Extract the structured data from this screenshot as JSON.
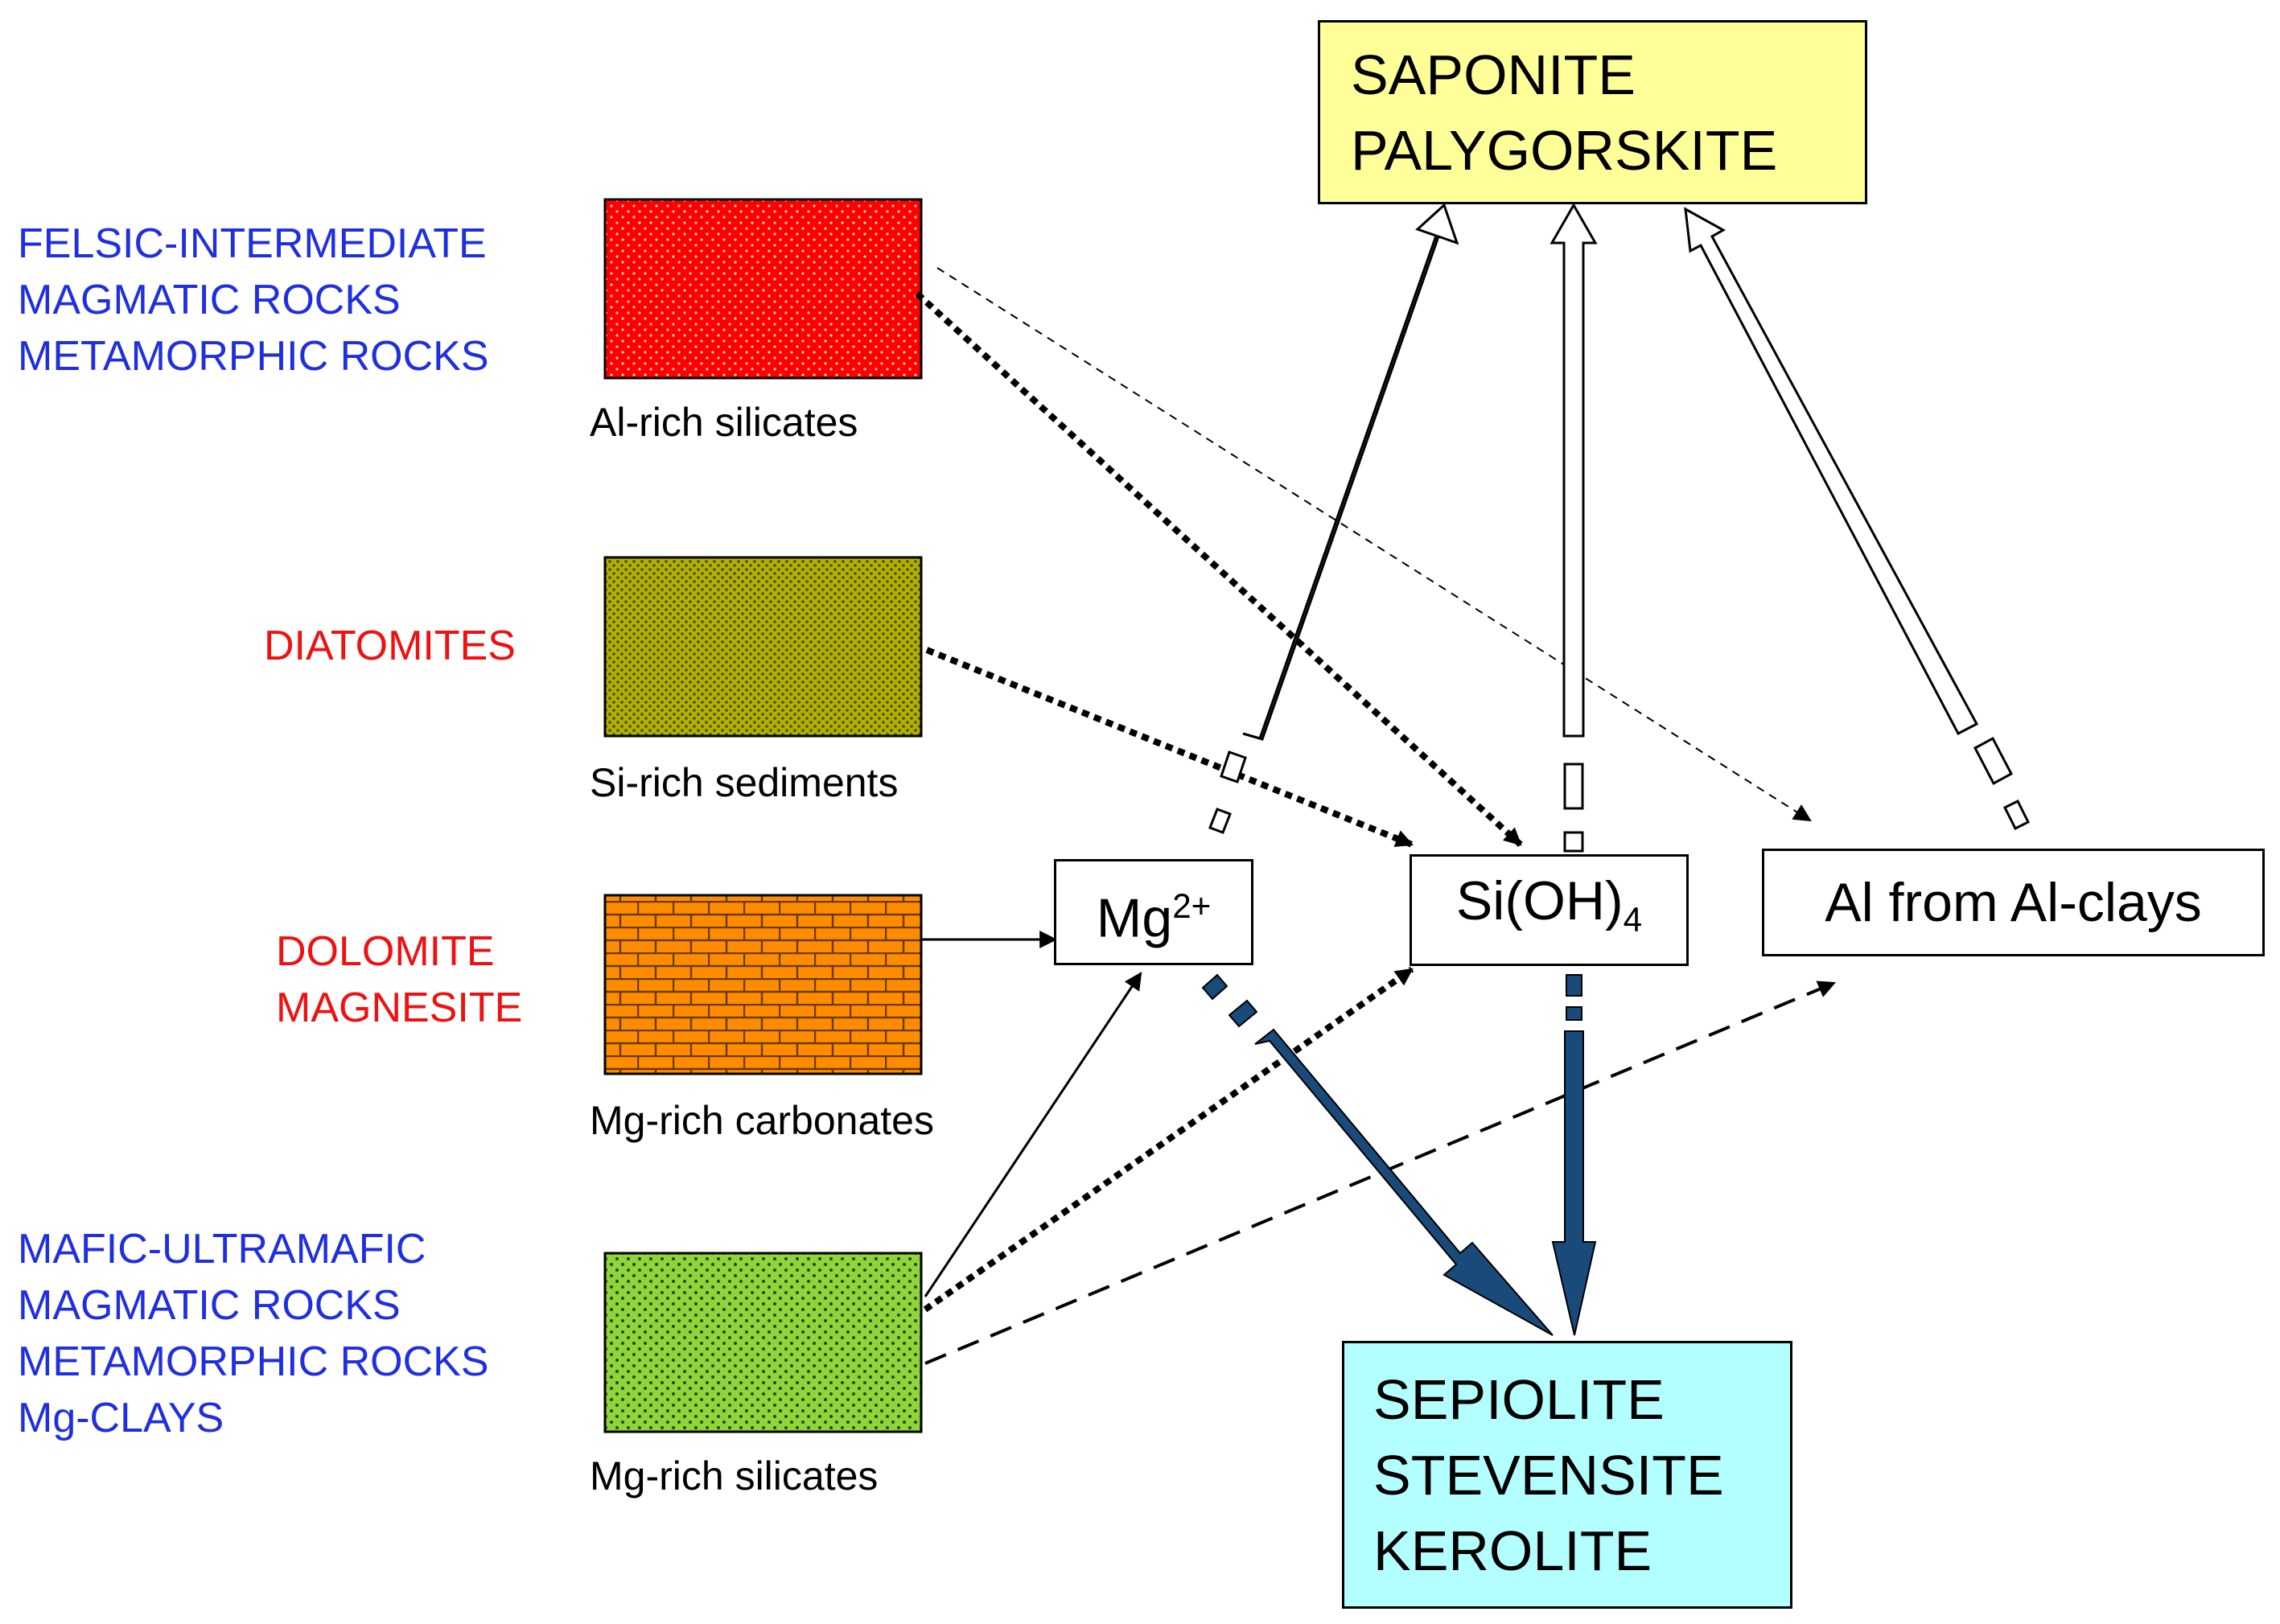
{
  "colors": {
    "blue_label": "#1f2fe0",
    "red_label": "#ee1111",
    "top_box_fill": "#ffff99",
    "bottom_box_fill": "#b3ffff",
    "arrow_navy": "#1a4a7a",
    "al_swatch": "#ff0000",
    "si_swatch": "#a8a800",
    "carb_swatch": "#ff8c00",
    "mgsil_swatch": "#8fd43a"
  },
  "sources": [
    {
      "id": "felsic",
      "label_lines": [
        "FELSIC-INTERMEDIATE",
        "MAGMATIC ROCKS",
        "METAMORPHIC ROCKS"
      ],
      "label_color": "blue",
      "caption": "Al-rich silicates",
      "pattern": "dots-red"
    },
    {
      "id": "diatomites",
      "label_lines": [
        "DIATOMITES"
      ],
      "label_color": "red",
      "caption": "Si-rich sediments",
      "pattern": "dots-olive"
    },
    {
      "id": "dolomite",
      "label_lines": [
        "DOLOMITE",
        "MAGNESITE"
      ],
      "label_color": "red",
      "caption": "Mg-rich carbonates",
      "pattern": "bricks-orange"
    },
    {
      "id": "mafic",
      "label_lines": [
        "MAFIC-ULTRAMAFIC",
        "MAGMATIC ROCKS",
        "METAMORPHIC ROCKS",
        "Mg-CLAYS"
      ],
      "label_color": "blue",
      "caption": "Mg-rich silicates",
      "pattern": "dots-green"
    }
  ],
  "intermediates": {
    "mg": {
      "base": "Mg",
      "sup": "2+"
    },
    "si": {
      "base": "Si(OH)",
      "sub": "4"
    },
    "al": {
      "text": "Al from Al-clays"
    }
  },
  "products": {
    "top_lines": [
      "SAPONITE",
      "PALYGORSKITE"
    ],
    "bottom_lines": [
      "SEPIOLITE",
      "STEVENSITE",
      "KEROLITE"
    ]
  }
}
